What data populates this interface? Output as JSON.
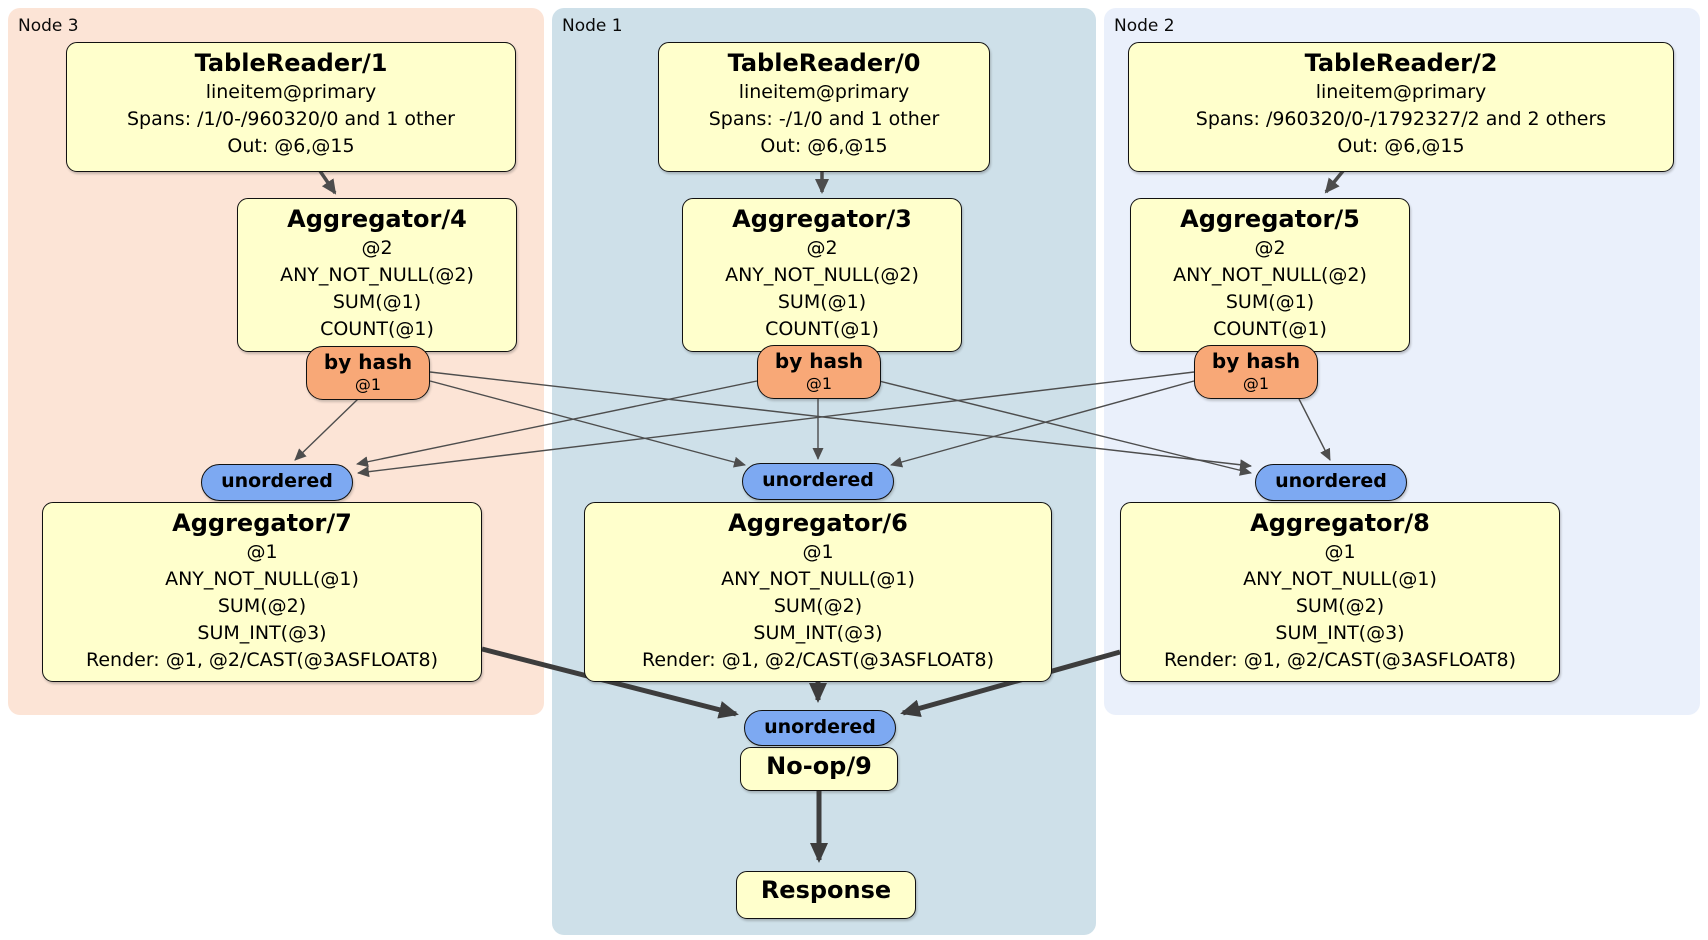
{
  "diagram_type": "distsql-query-plan",
  "colors": {
    "node3_bg": "#fce4d6",
    "node1_bg": "#cee0e9",
    "node2_bg": "#eaf0fb",
    "processor_fill": "#ffffcc",
    "router_fill": "#f8a877",
    "stream_fill": "#7da9f2",
    "border": "#111111",
    "edge_thin": "#4d4d4d",
    "edge_thick": "#3d3d3d"
  },
  "regions": {
    "node3": {
      "label": "Node 3"
    },
    "node1": {
      "label": "Node 1"
    },
    "node2": {
      "label": "Node 2"
    }
  },
  "processors": {
    "tableReader1": {
      "title": "TableReader/1",
      "lines": [
        "lineitem@primary",
        "Spans: /1/0-/960320/0 and 1 other",
        "Out: @6,@15"
      ]
    },
    "tableReader0": {
      "title": "TableReader/0",
      "lines": [
        "lineitem@primary",
        "Spans: -/1/0 and 1 other",
        "Out: @6,@15"
      ]
    },
    "tableReader2": {
      "title": "TableReader/2",
      "lines": [
        "lineitem@primary",
        "Spans: /960320/0-/1792327/2 and 2 others",
        "Out: @6,@15"
      ]
    },
    "aggregator4": {
      "title": "Aggregator/4",
      "lines": [
        "@2",
        "ANY_NOT_NULL(@2)",
        "SUM(@1)",
        "COUNT(@1)"
      ]
    },
    "aggregator3": {
      "title": "Aggregator/3",
      "lines": [
        "@2",
        "ANY_NOT_NULL(@2)",
        "SUM(@1)",
        "COUNT(@1)"
      ]
    },
    "aggregator5": {
      "title": "Aggregator/5",
      "lines": [
        "@2",
        "ANY_NOT_NULL(@2)",
        "SUM(@1)",
        "COUNT(@1)"
      ]
    },
    "aggregator7": {
      "title": "Aggregator/7",
      "lines": [
        "@1",
        "ANY_NOT_NULL(@1)",
        "SUM(@2)",
        "SUM_INT(@3)",
        "Render: @1, @2/CAST(@3ASFLOAT8)"
      ]
    },
    "aggregator6": {
      "title": "Aggregator/6",
      "lines": [
        "@1",
        "ANY_NOT_NULL(@1)",
        "SUM(@2)",
        "SUM_INT(@3)",
        "Render: @1, @2/CAST(@3ASFLOAT8)"
      ]
    },
    "aggregator8": {
      "title": "Aggregator/8",
      "lines": [
        "@1",
        "ANY_NOT_NULL(@1)",
        "SUM(@2)",
        "SUM_INT(@3)",
        "Render: @1, @2/CAST(@3ASFLOAT8)"
      ]
    },
    "noop9": {
      "title": "No-op/9"
    },
    "response": {
      "title": "Response"
    }
  },
  "routers": {
    "hashNode3": {
      "label": "by hash",
      "detail": "@1"
    },
    "hashNode1": {
      "label": "by hash",
      "detail": "@1"
    },
    "hashNode2": {
      "label": "by hash",
      "detail": "@1"
    }
  },
  "streams": {
    "unorderedNode3": {
      "label": "unordered"
    },
    "unorderedNode1": {
      "label": "unordered"
    },
    "unorderedNode2": {
      "label": "unordered"
    },
    "unorderedFinal": {
      "label": "unordered"
    }
  },
  "edges": [
    {
      "from": "TableReader/1",
      "to": "Aggregator/4"
    },
    {
      "from": "TableReader/0",
      "to": "Aggregator/3"
    },
    {
      "from": "TableReader/2",
      "to": "Aggregator/5"
    },
    {
      "from": "Aggregator/4 by hash",
      "to": "unordered Node 3"
    },
    {
      "from": "Aggregator/4 by hash",
      "to": "unordered Node 1"
    },
    {
      "from": "Aggregator/4 by hash",
      "to": "unordered Node 2"
    },
    {
      "from": "Aggregator/3 by hash",
      "to": "unordered Node 3"
    },
    {
      "from": "Aggregator/3 by hash",
      "to": "unordered Node 1"
    },
    {
      "from": "Aggregator/3 by hash",
      "to": "unordered Node 2"
    },
    {
      "from": "Aggregator/5 by hash",
      "to": "unordered Node 3"
    },
    {
      "from": "Aggregator/5 by hash",
      "to": "unordered Node 1"
    },
    {
      "from": "Aggregator/5 by hash",
      "to": "unordered Node 2"
    },
    {
      "from": "Aggregator/7",
      "to": "unordered final"
    },
    {
      "from": "Aggregator/6",
      "to": "unordered final"
    },
    {
      "from": "Aggregator/8",
      "to": "unordered final"
    },
    {
      "from": "No-op/9",
      "to": "Response"
    }
  ]
}
